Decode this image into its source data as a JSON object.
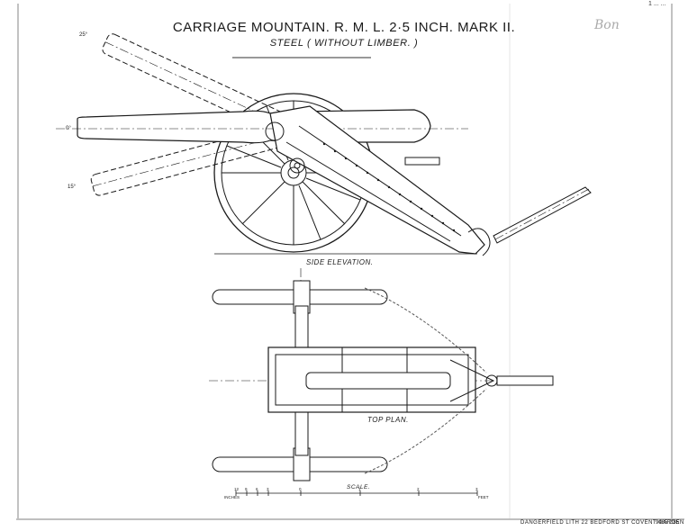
{
  "corner_note": "1 ... ...",
  "handwritten_note": "Bon",
  "title": "CARRIAGE MOUNTAIN. R. M. L. 2·5 INCH. MARK II.",
  "subtitle": "STEEL ( WITHOUT LIMBER. )",
  "angles": {
    "up": "25°",
    "zero": "0°",
    "down": "15°"
  },
  "views": {
    "side": "SIDE ELEVATION.",
    "top": "TOP PLAN."
  },
  "scale": {
    "label": "SCALE.",
    "inches_label": "INCHES",
    "feet_label": "FEET",
    "inch_ticks": [
      "12",
      "9",
      "6",
      "3",
      "0"
    ],
    "foot_ticks": [
      "1",
      "2",
      "3"
    ]
  },
  "footer": {
    "printer": "DANGERFIELD LITH 22 BEDFORD ST COVENT GARDEN",
    "ref": "9485 2'85"
  }
}
